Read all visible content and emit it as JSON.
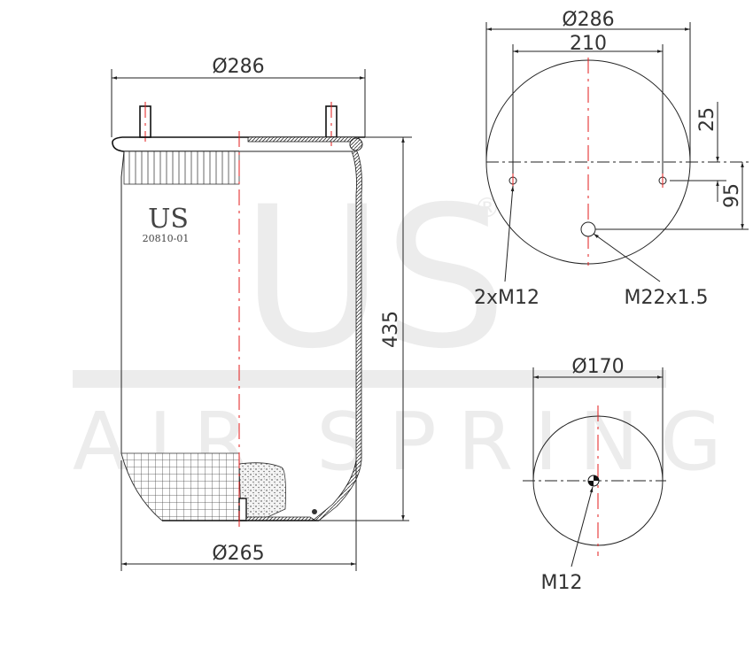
{
  "watermark": {
    "logo_text": "US",
    "registered_mark": "®",
    "tagline": "AIR SPRING"
  },
  "side_view": {
    "top_diameter": "Ø286",
    "bottom_diameter": "Ø265",
    "height": "435",
    "brand_label": "US",
    "part_number": "20810-01"
  },
  "top_view": {
    "outer_diameter": "Ø286",
    "stud_spacing": "210",
    "stud_offset": "25",
    "air_inlet_offset": "95",
    "stud_thread": "2xM12",
    "air_inlet_thread": "M22x1.5"
  },
  "bottom_view": {
    "diameter": "Ø170",
    "thread": "M12"
  },
  "colors": {
    "line": "#222222",
    "centerline": "#e31b1b",
    "watermark": "#ececec"
  }
}
